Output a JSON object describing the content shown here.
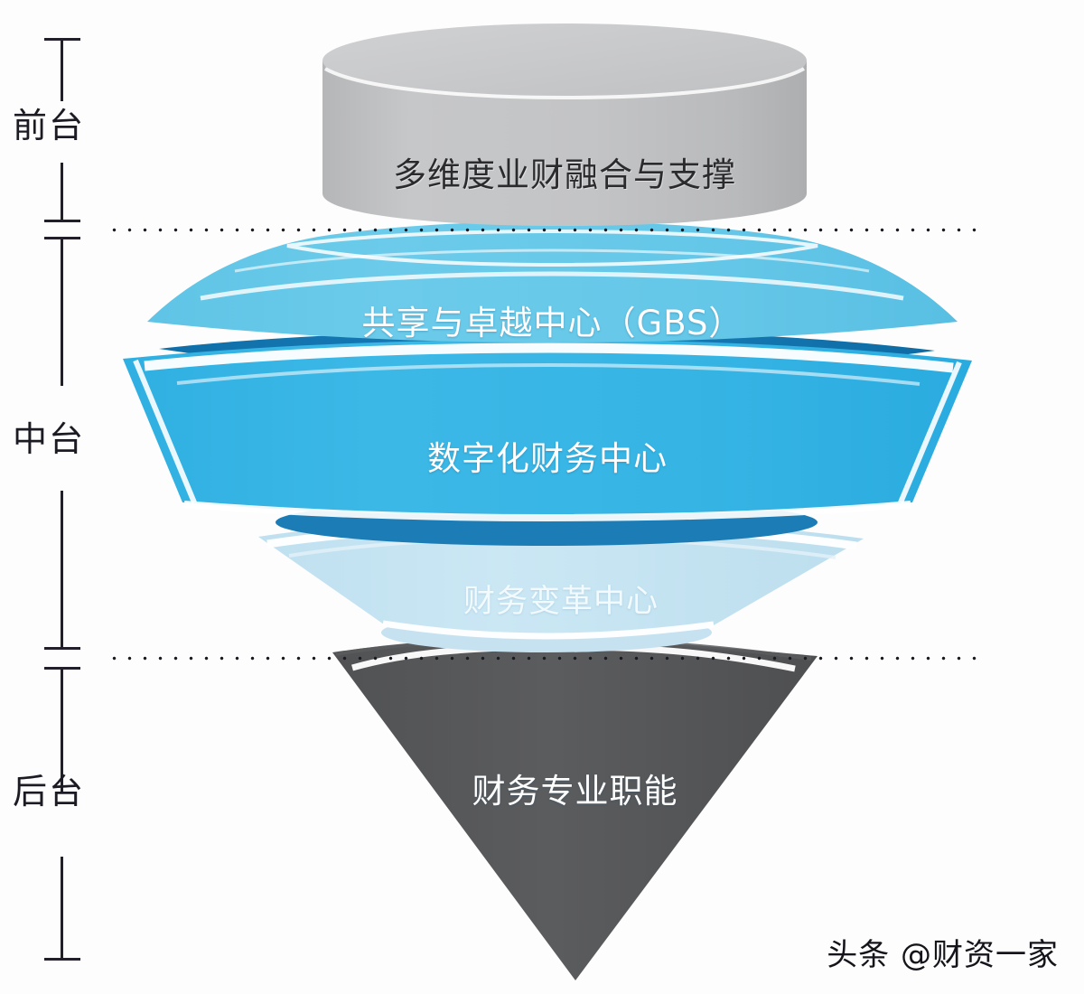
{
  "diagram": {
    "title": "财务组织三台架构漏斗图",
    "background_color": "#fdfdfd"
  },
  "axis_sections": [
    {
      "label": "前台",
      "name": "front-office"
    },
    {
      "label": "中台",
      "name": "middle-office"
    },
    {
      "label": "后台",
      "name": "back-office"
    }
  ],
  "layers": [
    {
      "name": "multi-dimensional-integration",
      "label": "多维度业财融合与支撑",
      "shape": "cylinder",
      "color": "#c2c3c5",
      "top_color": "#c9cacc",
      "text_color": "#2b2b2e"
    },
    {
      "name": "shared-excellence-center",
      "label": "共享与卓越中心（GBS）",
      "shape": "funnel-band",
      "color": "#64c8e8",
      "text_color": "#ffffff"
    },
    {
      "name": "digital-finance-center",
      "label": "数字化财务中心",
      "shape": "funnel-band",
      "color": "#34b4e4",
      "accent_color": "#1478b4",
      "text_color": "#ffffff"
    },
    {
      "name": "finance-transformation-center",
      "label": "财务变革中心",
      "shape": "funnel-band",
      "color": "#c6e3f2",
      "text_color": "#f2fafd"
    },
    {
      "name": "finance-professional-functions",
      "label": "财务专业职能",
      "shape": "cone",
      "color": "#565759",
      "text_color": "#ffffff"
    }
  ],
  "watermark": {
    "text": "头条 @财资一家"
  },
  "colors": {
    "axis": "#231f2a",
    "dotted_separator": "#1a1a22",
    "gray_cylinder": "#c2c3c5",
    "light_cyan": "#64c8e8",
    "bright_blue": "#34b4e4",
    "deep_blue": "#1478b4",
    "pale_blue": "#c6e3f2",
    "dark_gray": "#565759"
  }
}
